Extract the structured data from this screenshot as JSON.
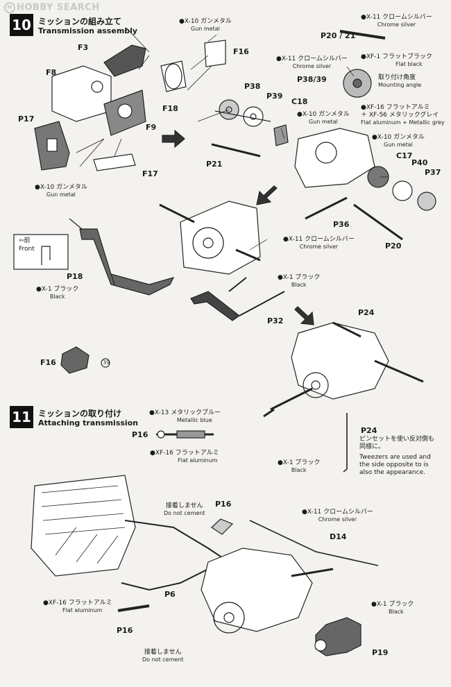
{
  "watermark": "HOBBY SEARCH",
  "step10": {
    "number": "10",
    "title_jp": "ミッションの組み立て",
    "title_en": "Transmission assembly",
    "parts": {
      "f3": "F3",
      "f8": "F8",
      "f16": "F16",
      "f18": "F18",
      "f9": "F9",
      "p17": "P17",
      "f17": "F17",
      "p20_21": "P20 / 21",
      "p38_39": "P38/39",
      "p38": "P38",
      "p39": "P39",
      "c18": "C18",
      "p21": "P21",
      "c17": "C17",
      "p40": "P40",
      "p37": "P37",
      "p36": "P36",
      "p20": "P20",
      "p18": "P18",
      "p32": "P32",
      "p24": "P24",
      "f16b": "F16",
      "ref39": "39"
    },
    "colors": {
      "gunmetal_a_jp": "●X-10 ガンメタル",
      "gunmetal_a_en": "Gun metal",
      "gunmetal_b_jp": "●X-10 ガンメタル",
      "gunmetal_b_en": "Gun metal",
      "chrome_a_jp": "●X-11 クロームシルバー",
      "chrome_a_en": "Chrome silver",
      "flatblack_jp": "●XF-1 フラットブラック",
      "flatblack_en": "Flat black",
      "chrome_b_jp": "●X-11 クロームシルバー",
      "chrome_b_en": "Chrome silver",
      "gunmetal_c_jp": "●X-10 ガンメタル",
      "gunmetal_c_en": "Gun metal",
      "flatalu_jp1": "●XF-16 フラットアルミ",
      "flatalu_jp2": "＋ XF-56 メタリックグレイ",
      "flatalu_en": "Flat aluminum + Metallic grey",
      "gunmetal_d_jp": "●X-10 ガンメタル",
      "gunmetal_d_en": "Gun metal",
      "chrome_c_jp": "●X-11 クロームシルバー",
      "chrome_c_en": "Chrome silver",
      "black_a_jp": "●X-1 ブラック",
      "black_a_en": "Black",
      "black_b_jp": "●X-1 ブラック",
      "black_b_en": "Black"
    },
    "mounting_jp": "取り付け角度",
    "mounting_en": "Mounting angle",
    "front_jp": "⇦前",
    "front_en": "Front"
  },
  "step11": {
    "number": "11",
    "title_jp": "ミッションの取り付け",
    "title_en": "Attaching transmission",
    "parts": {
      "p16a": "P16",
      "p24": "P24",
      "p16b": "P16",
      "d14": "D14",
      "p6": "P6",
      "p16c": "P16",
      "p19": "P19"
    },
    "colors": {
      "metblue_jp": "●X-13 メタリックブルー",
      "metblue_en": "Metallic blue",
      "flatalu_a_jp": "●XF-16 フラットアルミ",
      "flatalu_a_en": "Flat aluminum",
      "black_jp": "●X-1 ブラック",
      "black_en": "Black",
      "chrome_jp": "●X-11 クロームシルバー",
      "chrome_en": "Chrome silver",
      "flatalu_b_jp": "●XF-16 フラットアルミ",
      "flatalu_b_en": "Flat aluminum",
      "black_b_jp": "●X-1 ブラック",
      "black_b_en": "Black"
    },
    "tweezers_jp1": "ピンセットを使い反対側も",
    "tweezers_jp2": "同様に。",
    "tweezers_en1": "Tweezers are used and",
    "tweezers_en2": "the side opposite to is",
    "tweezers_en3": "also the appearance.",
    "nocement_a_jp": "接着しません",
    "nocement_a_en": "Do not cement",
    "nocement_b_jp": "接着しません",
    "nocement_b_en": "Do not cement"
  }
}
